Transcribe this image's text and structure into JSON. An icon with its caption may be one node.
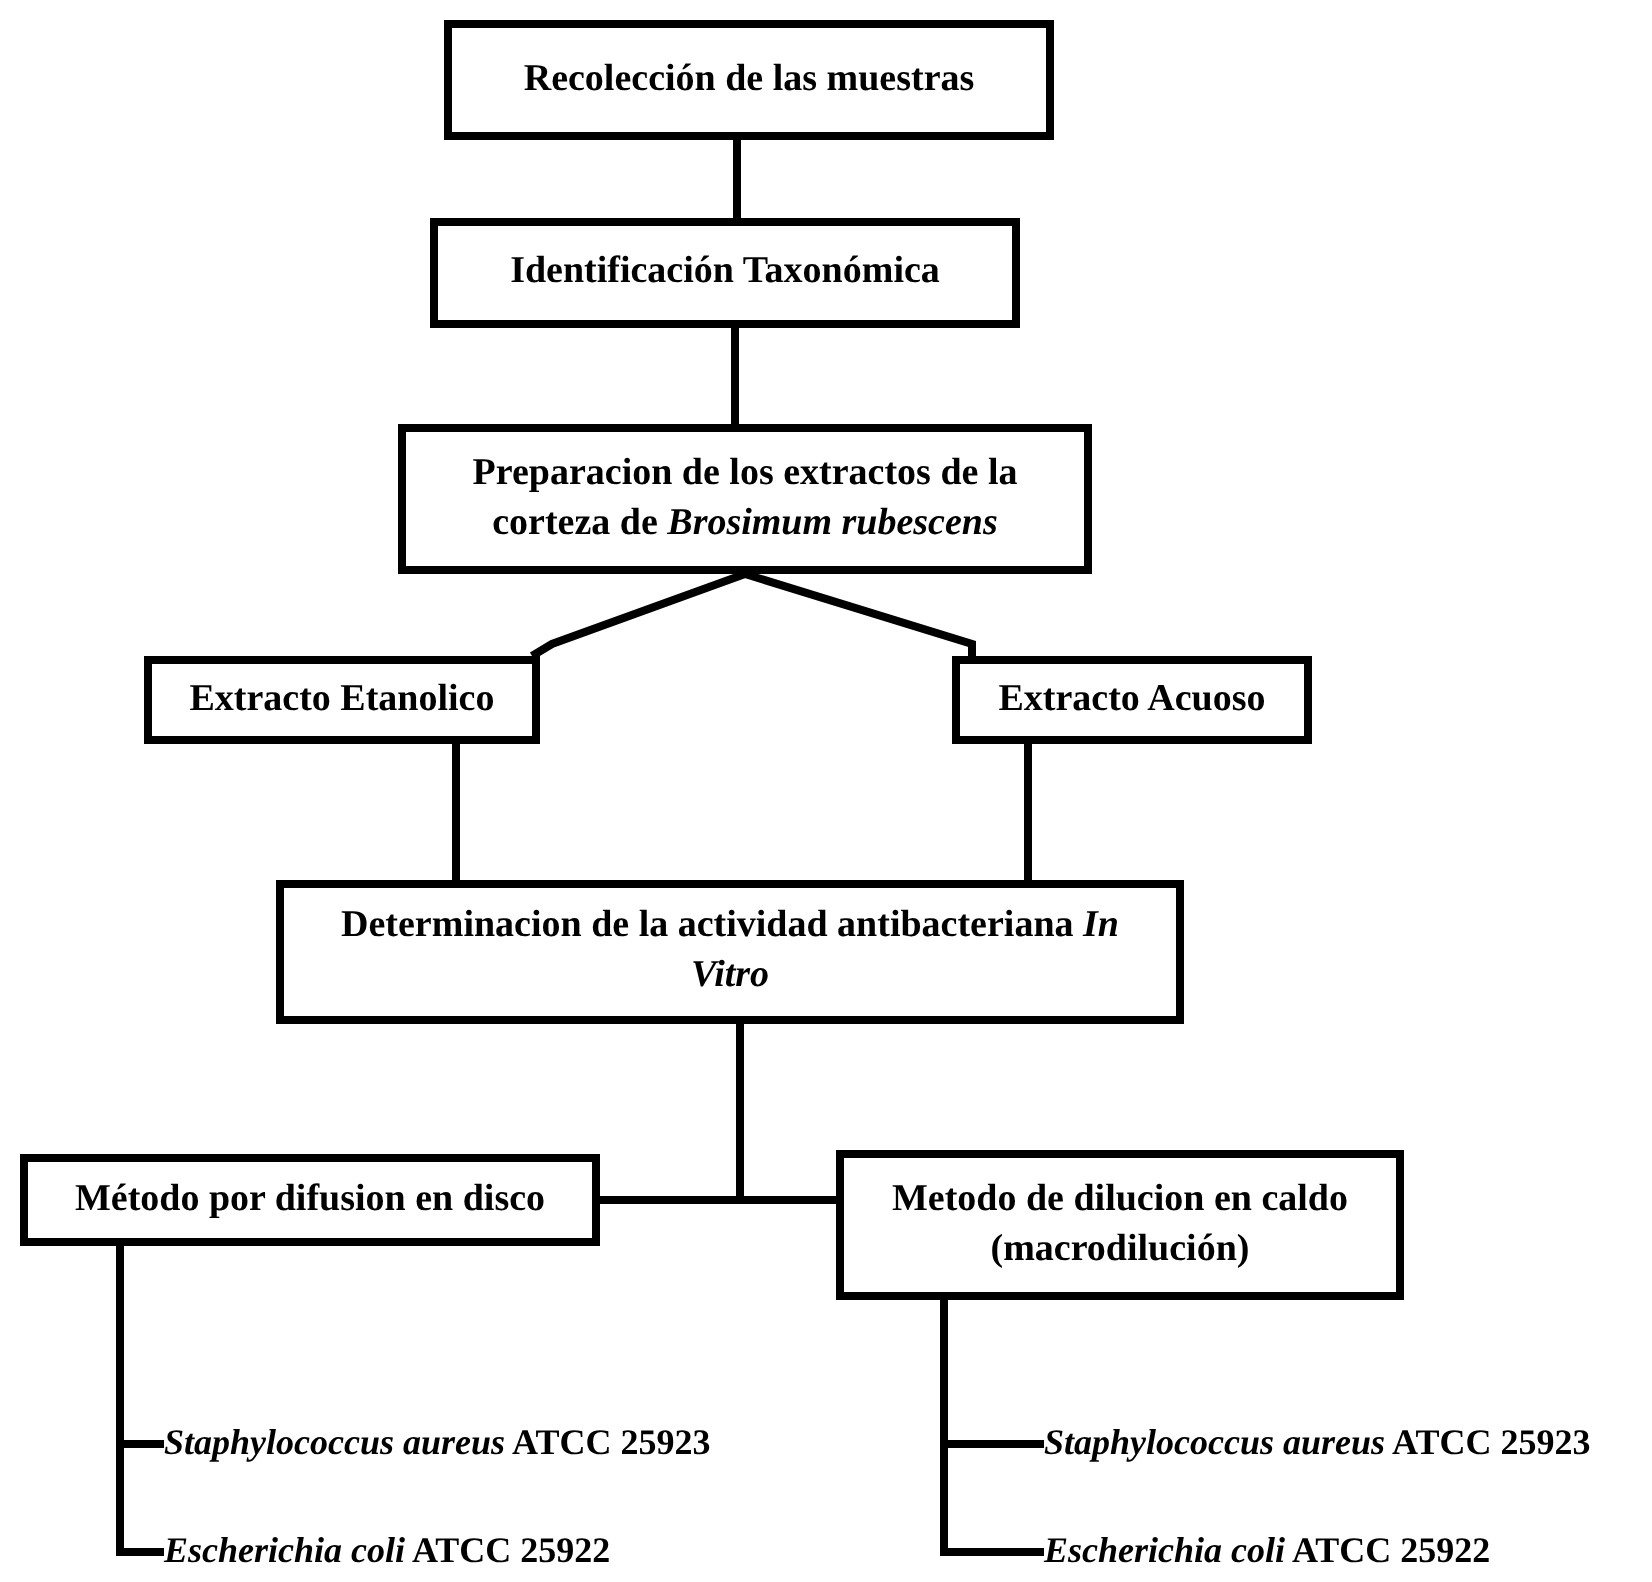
{
  "diagram": {
    "nodes": [
      {
        "text": [
          "Recolección de las muestras"
        ]
      },
      {
        "text": [
          "Identificación Taxonómica"
        ]
      },
      {
        "text": [
          "Preparacion de los extractos de la corteza de *Brosimum rubescens*"
        ]
      },
      {
        "text": [
          "Extracto Etanolico"
        ]
      },
      {
        "text": [
          "Extracto Acuoso"
        ]
      },
      {
        "text": [
          "Determinacion de la actividad antibacteriana *In Vitro*"
        ]
      },
      {
        "text": [
          "Método por difusion en disco"
        ]
      },
      {
        "text": [
          "Metodo de dilucion en caldo (macrodilución)"
        ]
      },
      {
        "text": [
          "*Staphylococcus aureus* ATCC 25923"
        ]
      },
      {
        "text": [
          "*Escherichia coli* ATCC 25922"
        ]
      },
      {
        "text": [
          "*Staphylococcus aureus* ATCC 25923"
        ]
      },
      {
        "text": [
          "*Escherichia coli* ATCC 25922"
        ]
      }
    ],
    "edges": [
      {
        "from": 0,
        "to": 1,
        "arrow": "none"
      },
      {
        "from": 1,
        "to": 2,
        "arrow": "none"
      },
      {
        "from": 2,
        "to": 3,
        "arrow": "none"
      },
      {
        "from": 2,
        "to": 4,
        "arrow": "none"
      },
      {
        "from": 3,
        "to": 5,
        "arrow": "none"
      },
      {
        "from": 4,
        "to": 5,
        "arrow": "none"
      },
      {
        "from": 5,
        "to": 6,
        "arrow": "none"
      },
      {
        "from": 5,
        "to": 7,
        "arrow": "none"
      },
      {
        "from": 6,
        "to": 8,
        "arrow": "none"
      },
      {
        "from": 6,
        "to": 9,
        "arrow": "none"
      },
      {
        "from": 7,
        "to": 10,
        "arrow": "none"
      },
      {
        "from": 7,
        "to": 11,
        "arrow": "none"
      }
    ]
  }
}
